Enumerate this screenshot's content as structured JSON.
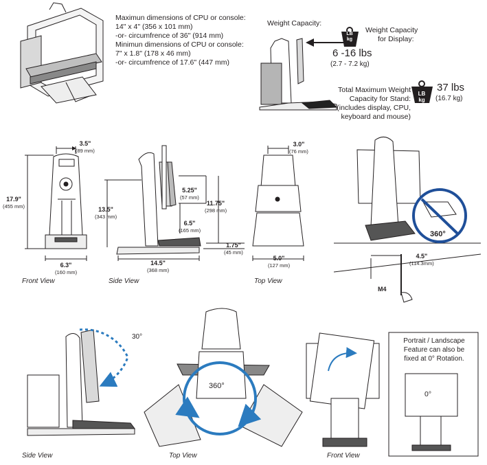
{
  "specs": {
    "max_line1": "Maximun dimensions of CPU or console:",
    "max_line2": "14\" x 4\" (356 x 101 mm)",
    "max_line3": "-or- circumfrence of 36\" (914 mm)",
    "min_line1": "Minimun dimensions of CPU or console:",
    "min_line2": "7\" x 1.8\" (178 x 46 mm)",
    "min_line3": "-or- circumfrence of 17.6\" (447 mm)"
  },
  "weight": {
    "capacity_label": "Weight Capacity:",
    "display_label_1": "Weight Capacity",
    "display_label_2": "for Display:",
    "display_value": "6 -16",
    "display_unit": "lbs",
    "display_kg": "(2.7 - 7.2 kg)",
    "badge_lb": "LB",
    "badge_kg": "kg",
    "total_label_1": "Total Maximum Weight",
    "total_label_2": "Capacity for Stand:",
    "total_label_3": "(includes display, CPU,",
    "total_label_4": "keyboard and mouse)",
    "total_value": "37",
    "total_unit": "lbs",
    "total_kg": "(16.7 kg)"
  },
  "dimensions": {
    "front_width_top": "3.5\"",
    "front_width_top_mm": "(89 mm)",
    "front_height": "17.9\"",
    "front_height_mm": "(455 mm)",
    "front_width_bottom": "6.3\"",
    "front_width_bottom_mm": "(160 mm)",
    "side_height": "13.5\"",
    "side_height_mm": "(343 mm)",
    "side_upper": "5.25\"",
    "side_upper_mm": "(57 mm)",
    "side_total": "11.75\"",
    "side_total_mm": "(298 mm)",
    "side_lower": "6.5\"",
    "side_lower_mm": "(165 mm)",
    "side_base": "1.75\"",
    "side_base_mm": "(45 mm)",
    "side_depth": "14.5\"",
    "side_depth_mm": "(368 mm)",
    "top_width_top": "3.0\"",
    "top_width_top_mm": "(76 mm)",
    "top_width_bottom": "5.0\"",
    "top_width_bottom_mm": "(127 mm)",
    "mount_spacing": "4.5\"",
    "mount_spacing_mm": "(114.3mm)",
    "screw": "M4",
    "no_rotate": "360°"
  },
  "captions": {
    "front_view": "Front View",
    "side_view": "Side View",
    "top_view": "Top View",
    "side_view_2": "Side View",
    "top_view_2": "Top View",
    "front_view_2": "Front View"
  },
  "rotation": {
    "tilt": "30°",
    "swivel": "360°",
    "fixed": "0°",
    "portrait_1": "Portrait / Landscape",
    "portrait_2": "Feature can also be",
    "portrait_3": "fixed at 0° Rotation."
  },
  "colors": {
    "accent_blue": "#2b7bbf",
    "line": "#231f20",
    "prohibit_blue": "#1f4f99"
  }
}
